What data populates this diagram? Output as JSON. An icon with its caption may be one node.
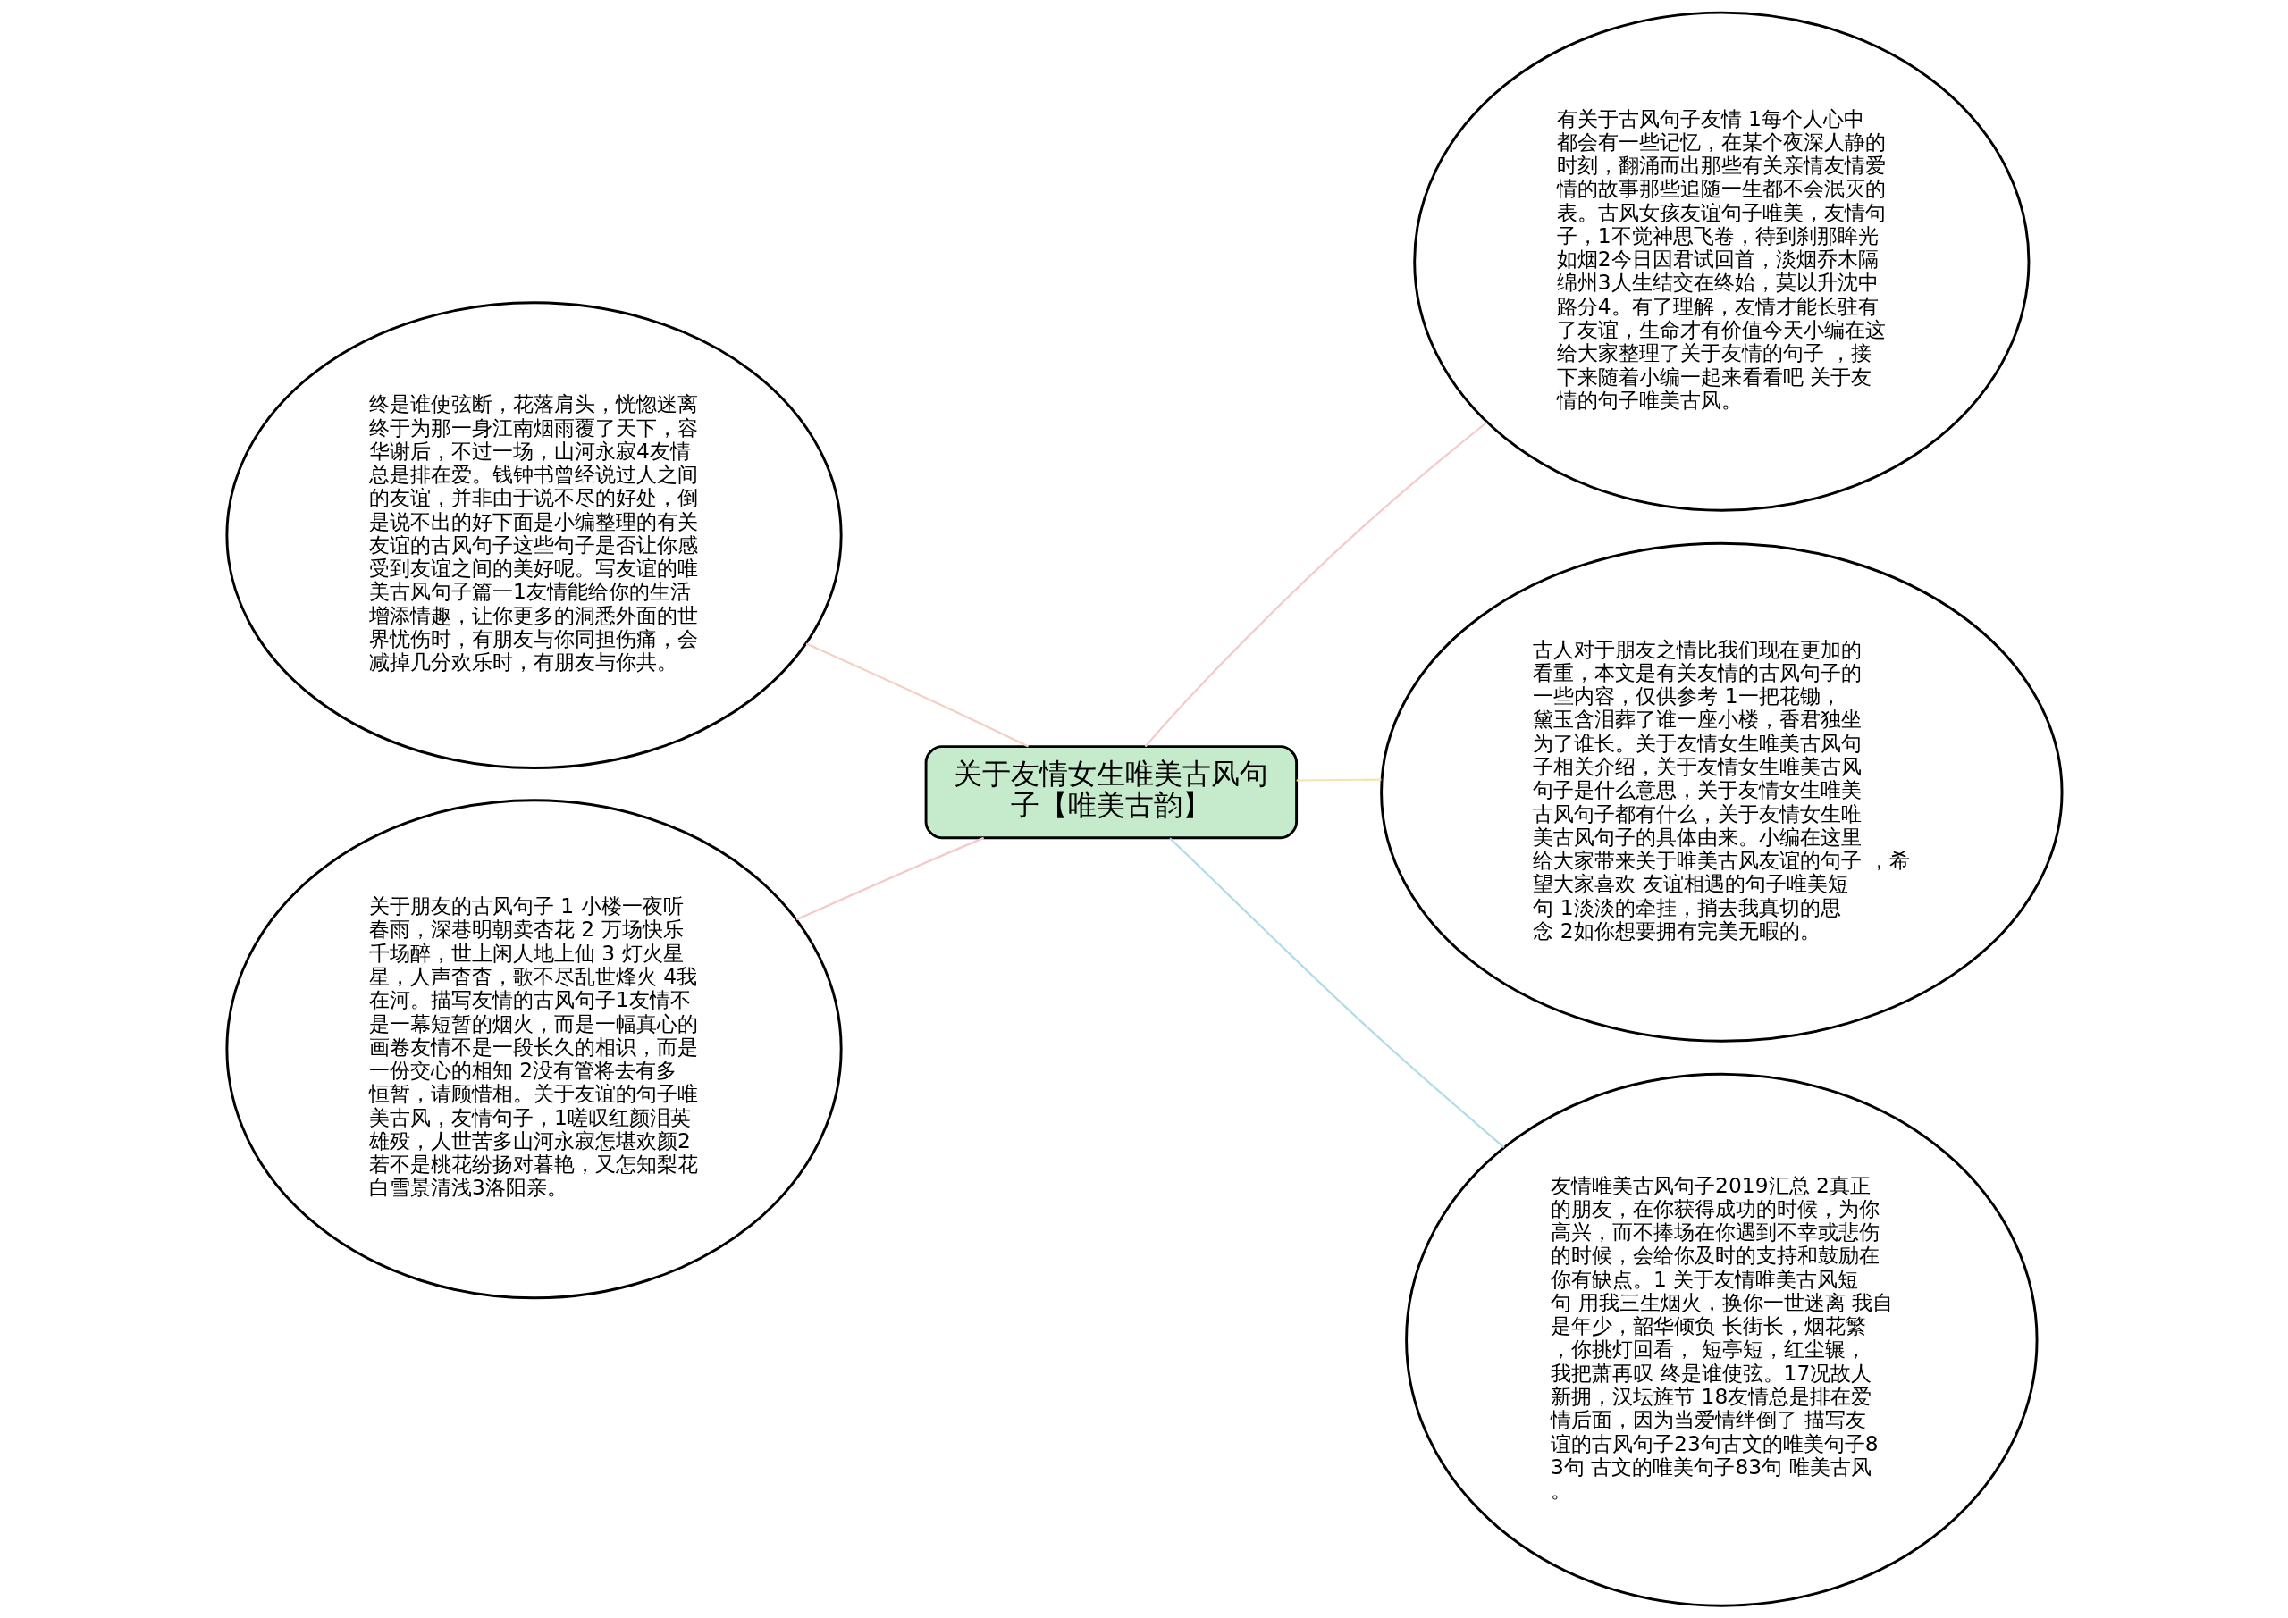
{
  "diagram": {
    "nodes": [
      {
        "text": [
          "终是谁使弦断，花落肩头，恍惚迷离终于为那一身江南烟雨覆了天下，容华谢后，不过一场，山河永寂4友情总是排在爱。钱钟书曾经说过人之间的友谊，并非由于说不尽的好处，倒是说不出的好下面是小编整理的有关友谊的古风句子这些句子是否让你感受到友谊之间的美好呢。写友谊的唯美古风句子篇一1友情能给你的生活增添情趣，让你更多的洞悉外面的世界忧伤时，有朋友与你同担伤痛，会减掉几分欢乐时，有朋友与你共。"
        ]
      },
      {
        "text": [
          "关于朋友的古风句子 1 小楼一夜听春雨，深巷明朝卖杏花 2 万场快乐千场醉，世上闲人地上仙 3 灯火星星，人声杳杳，歌不尽乱世烽火 4我在河。描写友情的古风句子1友情不是一幕短暂的烟火，而是一幅真心的画卷友情不是一段长久的相识，而是一份交心的相知 2没有管将去有多恒暂，请顾惜相。关于友谊的句子唯美古风，友情句子，1嗟叹红颜泪英雄殁，人世苦多山河永寂怎堪欢颜2若不是桃花纷扬对暮艳，又怎知梨花白雪景清浅3洛阳亲。"
        ]
      },
      {
        "text": [
          "关于友情女生唯美古风句子【唯美古韵】"
        ]
      },
      {
        "text": [
          "有关于古风句子友情 1每个人心中都会有一些记忆，在某个夜深人静的时刻，翻涌而出那些有关亲情友情爱情的故事那些追随一生都不会泯灭的表。古风女孩友谊句子唯美，友情句子，1不觉神思飞卷，待到刹那眸光如烟2今日因君试回首，淡烟乔木隔绵州3人生结交在终始，莫以升沈中路分4。有了理解，友情才能长驻有了友谊，生命才有价值今天小编在这给大家整理了关于友情的句子 ，接下来随着小编一起来看看吧 关于友情的句子唯美古风。"
        ]
      },
      {
        "text": [
          "古人对于朋友之情比我们现在更加的看重，本文是有关友情的古风句子的一些内容，仅供参考 1一把花锄，黛玉含泪葬了谁一座小楼，香君独坐为了谁长。关于友情女生唯美古风句子相关介绍，关于友情女生唯美古风句子是什么意思，关于友情女生唯美古风句子都有什么，关于友情女生唯美古风句子的具体由来。小编在这里给大家带来关于唯美古风友谊的句子 ，希望大家喜欢 友谊相遇的句子唯美短句 1淡淡的牵挂，捎去我真切的思念 2如你想要拥有完美无暇的。"
        ]
      },
      {
        "text": [
          "友情唯美古风句子2019汇总 2真正的朋友，在你获得成功的时候，为你高兴，而不捧场在你遇到不幸或悲伤的时候，会给你及时的支持和鼓励在你有缺点。1 关于友情唯美古风短句 用我三生烟火，换你一世迷离 我自是年少，韶华倾负 长街长，烟花繁，你挑灯回看， 短亭短，红尘辗，我把萧再叹 终是谁使弦。17况故人新拥，汉坛旌节 18友情总是排在爱情后面，因为当爱情绊倒了 描写友谊的古风句子23句古文的唯美句子83句 古文的唯美句子83句 唯美古风。"
        ]
      }
    ],
    "edges": [
      {
        "from": 2,
        "to": 0,
        "arrow": "none",
        "color": "#f5cfc4"
      },
      {
        "from": 2,
        "to": 1,
        "arrow": "none",
        "color": "#f5c9c9"
      },
      {
        "from": 2,
        "to": 3,
        "arrow": "none",
        "color": "#f5c9c9"
      },
      {
        "from": 2,
        "to": 4,
        "arrow": "none",
        "color": "#f5e3ad"
      },
      {
        "from": 2,
        "to": 5,
        "arrow": "none",
        "color": "#acdce8"
      }
    ]
  }
}
